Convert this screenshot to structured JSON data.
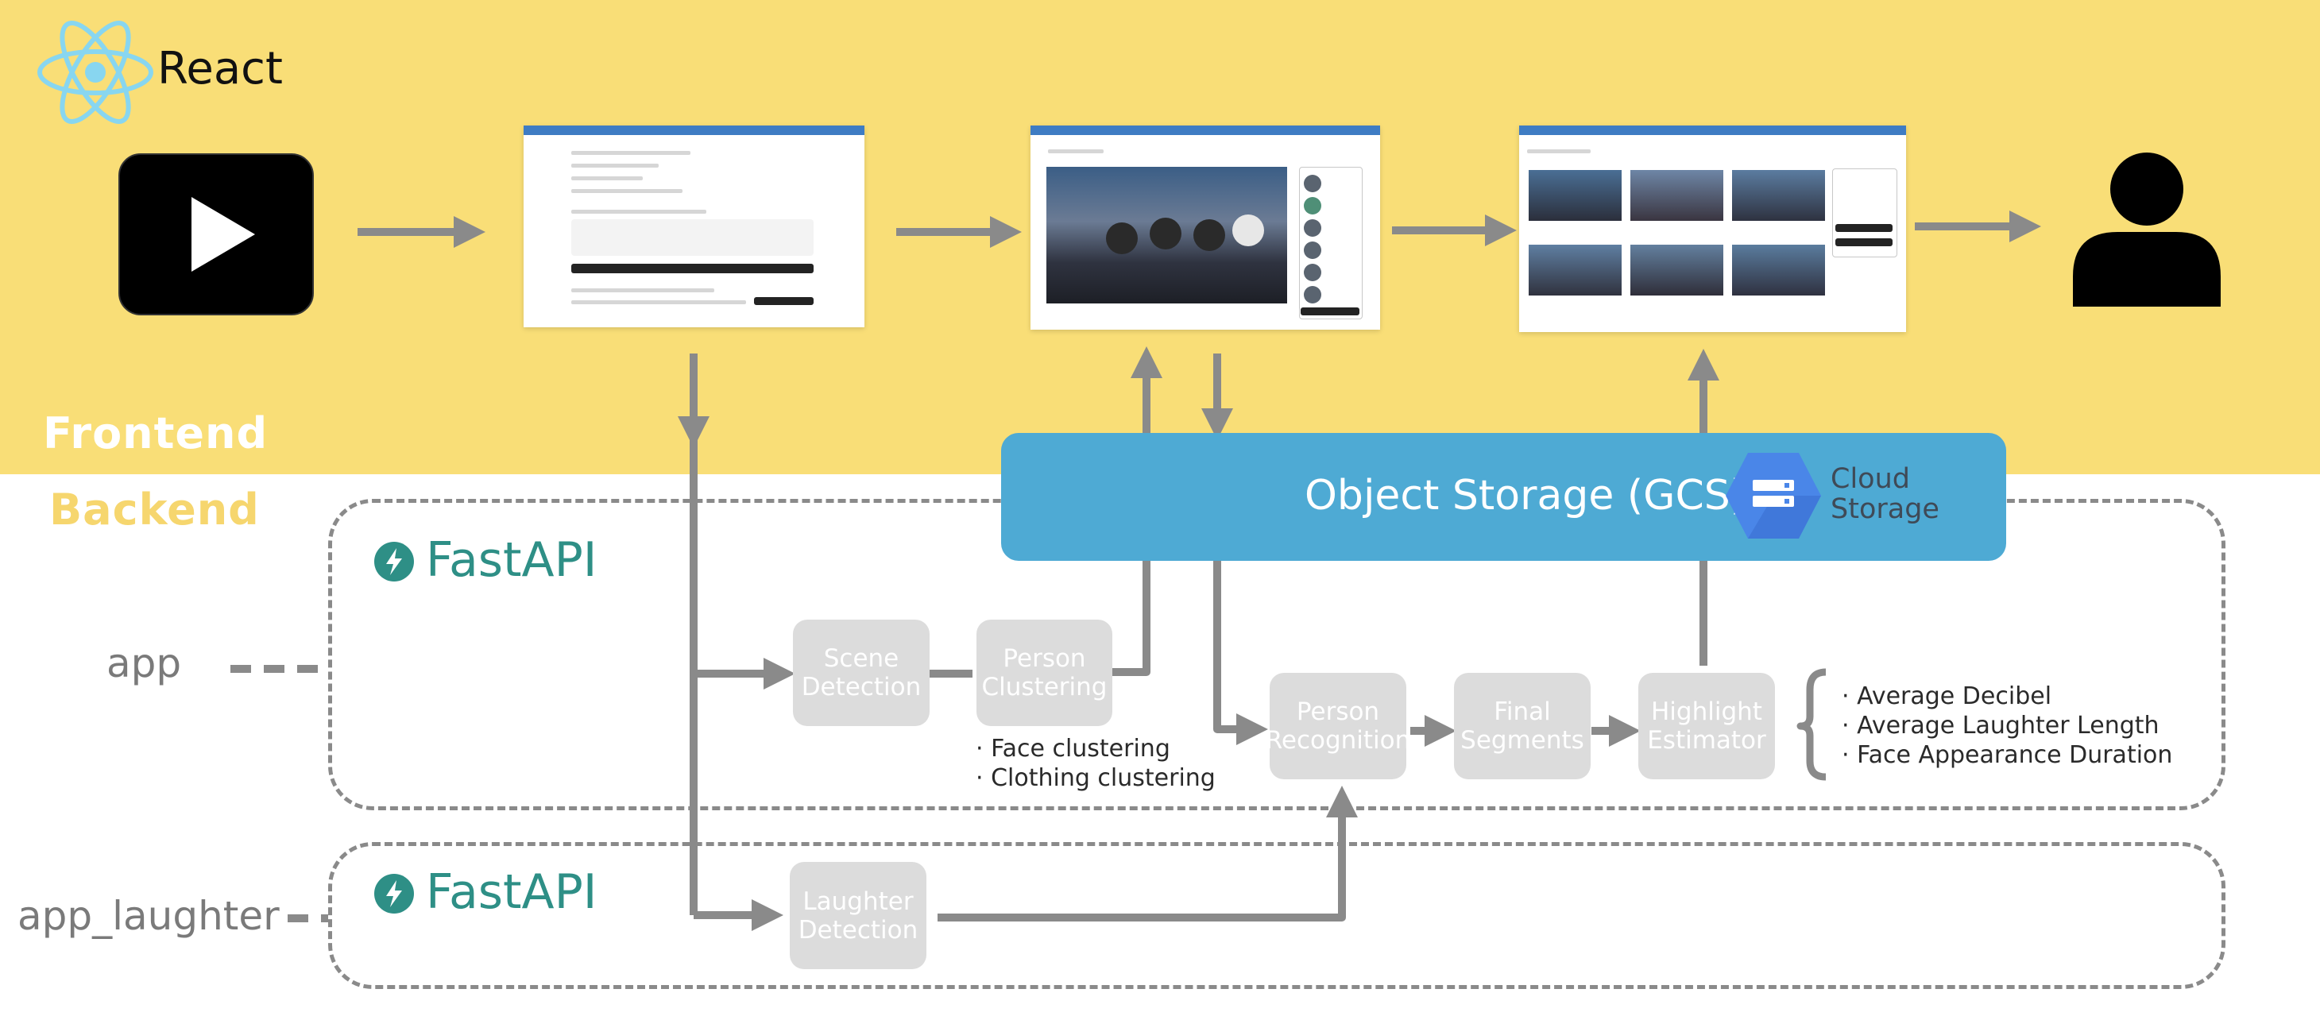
{
  "frontend": {
    "title": "Frontend",
    "react_label": "React",
    "screens": [
      {
        "name": "upload-screen"
      },
      {
        "name": "person-select-screen"
      },
      {
        "name": "shorts-select-screen"
      }
    ]
  },
  "backend": {
    "title": "Backend",
    "services": [
      {
        "label": "app",
        "framework": "FastAPI"
      },
      {
        "label": "app_laughter",
        "framework": "FastAPI"
      }
    ]
  },
  "storage": {
    "label": "Object Storage (GCS)",
    "logo_line1": "Cloud",
    "logo_line2": "Storage"
  },
  "nodes": {
    "scene_detection": [
      "Scene",
      "Detection"
    ],
    "person_clustering": [
      "Person",
      "Clustering"
    ],
    "person_recognition": [
      "Person",
      "Recognition"
    ],
    "final_segments": [
      "Final",
      "Segments"
    ],
    "highlight_estimator": [
      "Highlight",
      "Estimator"
    ],
    "laughter_detection": [
      "Laughter",
      "Detection"
    ]
  },
  "notes": {
    "clustering": [
      "· Face clustering",
      "· Clothing clustering"
    ],
    "highlight": [
      "· Average Decibel",
      "· Average Laughter Length",
      "· Face Appearance Duration"
    ]
  },
  "colors": {
    "frontend_band": "#f9de77",
    "node_fill": "#dcdcdc",
    "arrow": "#8a8a8a",
    "storage_fill": "#4eaad4",
    "fastapi": "#2e8f86",
    "react": "#88d6f0",
    "backend_title": "#f6d66e"
  }
}
